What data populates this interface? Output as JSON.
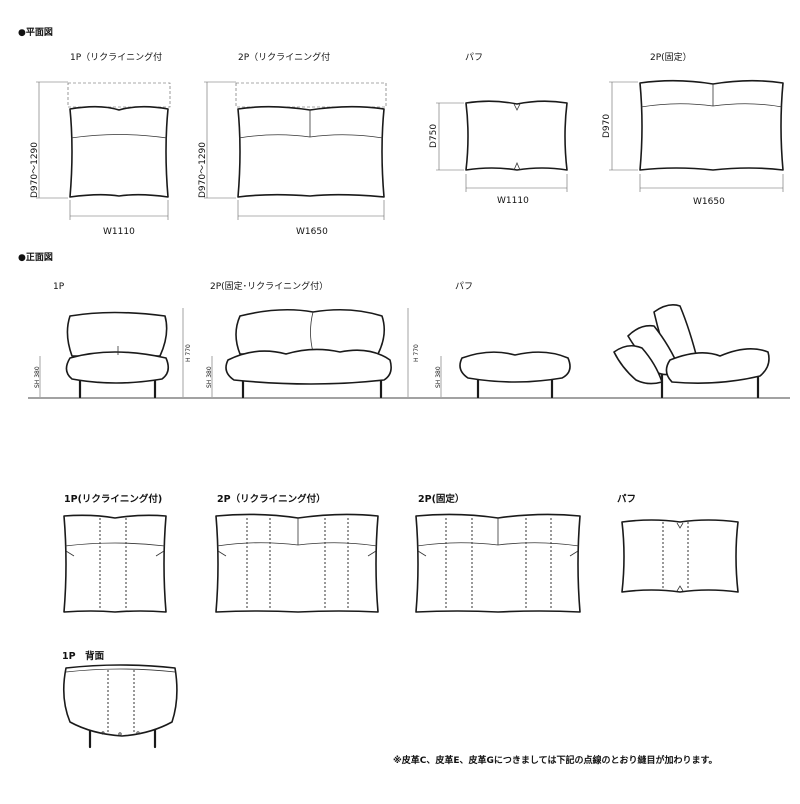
{
  "sections": {
    "plan": "●平面図",
    "front": "●正面図"
  },
  "plan": {
    "one_p": {
      "label": "1P（リクライニング付",
      "depth": "D970～1290",
      "width": "W1110"
    },
    "two_p": {
      "label": "2P（リクライニング付",
      "depth": "D970～1290",
      "width": "W1650"
    },
    "pouf": {
      "label": "パフ",
      "depth": "D750",
      "width": "W1110"
    },
    "two_p_fixed": {
      "label": "2P(固定）",
      "depth": "D970",
      "width": "W1650"
    }
  },
  "front": {
    "one_p": {
      "label": "1P",
      "sh": "SH 380",
      "h": "H 770"
    },
    "two_p": {
      "label": "2P(固定･リクライニング付）",
      "sh": "SH 380",
      "h": "H 770"
    },
    "pouf": {
      "label": "パフ",
      "sh": "SH 380"
    }
  },
  "seams": {
    "one_p": "1P(リクライニング付)",
    "two_p": "2P（リクライニング付）",
    "two_p_fixed": "2P(固定）",
    "pouf": "パフ",
    "back": "1P　背面"
  },
  "note": "※皮革C、皮革E、皮革Gにつきましては下記の点線のとおり縫目が加わります。"
}
